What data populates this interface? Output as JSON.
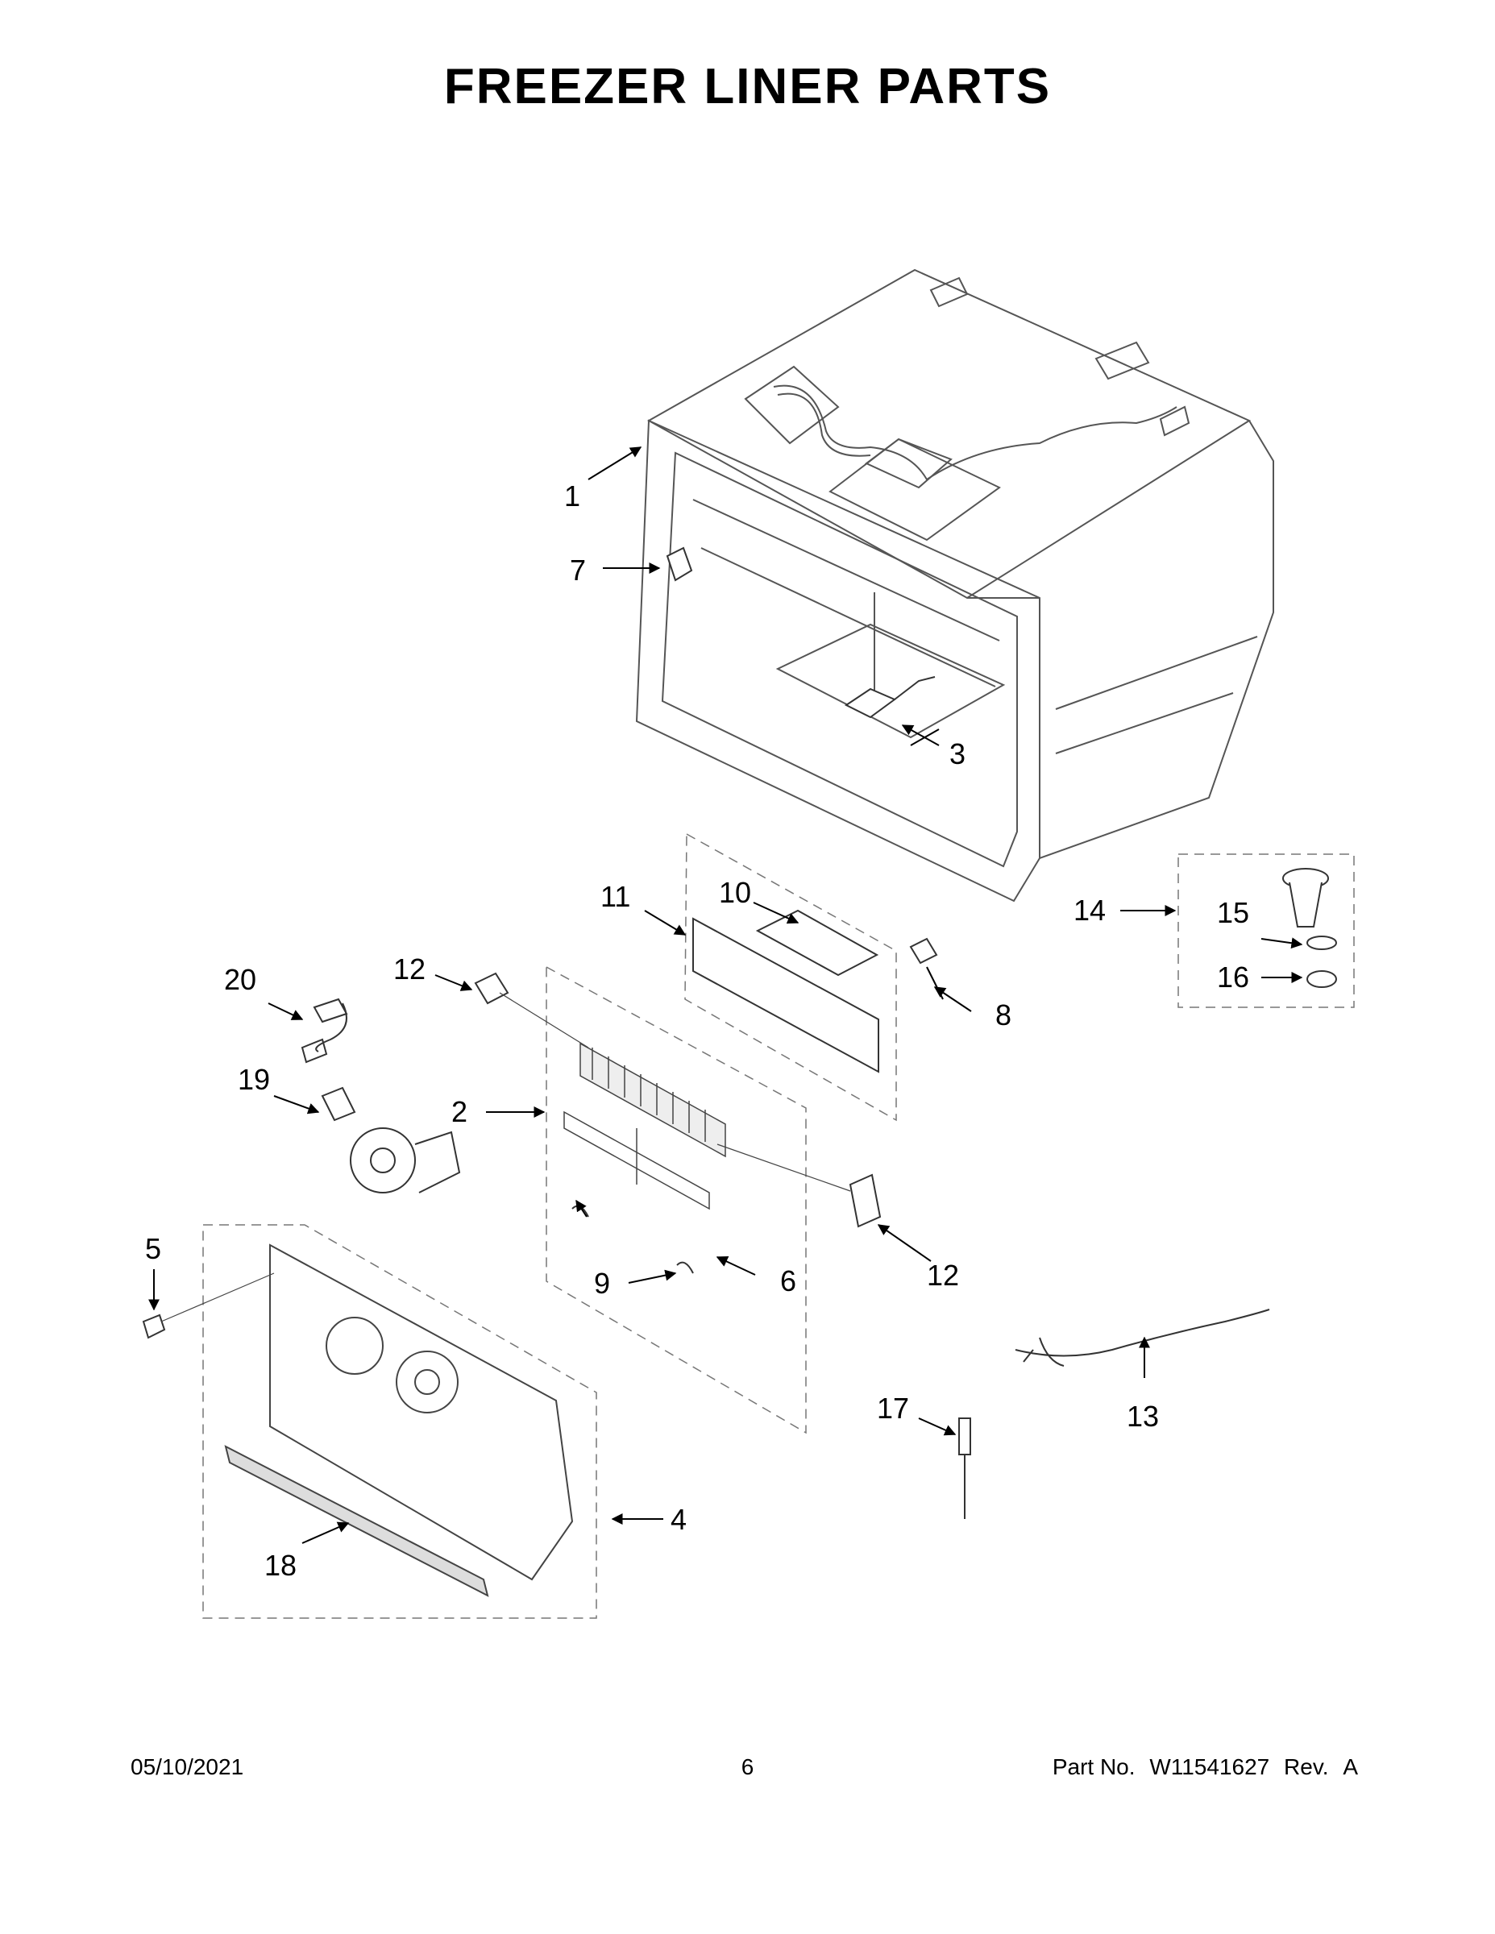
{
  "title": "FREEZER LINER PARTS",
  "callouts": [
    "1",
    "2",
    "3",
    "4",
    "5",
    "6",
    "7",
    "8",
    "9",
    "10",
    "11",
    "12",
    "12",
    "13",
    "14",
    "15",
    "16",
    "17",
    "18",
    "19",
    "20"
  ],
  "footer": {
    "date": "05/10/2021",
    "page": "6",
    "part_label": "Part No.",
    "part_number": "W11541627",
    "rev_label": "Rev.",
    "rev": "A"
  }
}
